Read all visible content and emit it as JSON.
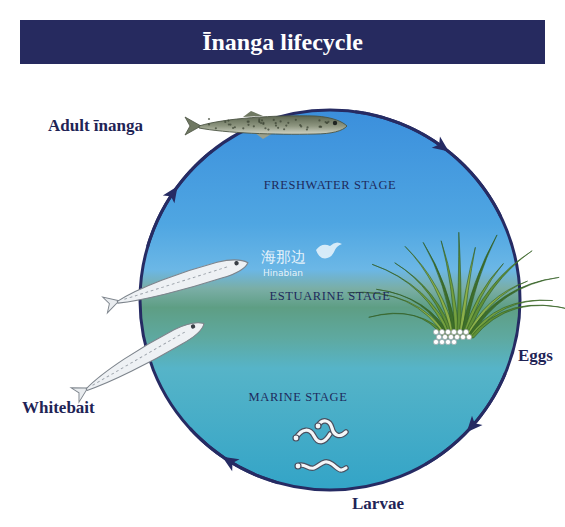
{
  "diagram": {
    "title": "Īnanga lifecycle",
    "nodes": [
      {
        "text": [
          "Adult īnanga"
        ]
      },
      {
        "text": [
          "Eggs"
        ]
      },
      {
        "text": [
          "Larvae"
        ]
      },
      {
        "text": [
          "Whitebait"
        ]
      }
    ],
    "edges": [
      {
        "from": 0,
        "to": 1,
        "arrow": "to"
      },
      {
        "from": 1,
        "to": 2,
        "arrow": "to"
      },
      {
        "from": 2,
        "to": 3,
        "arrow": "to"
      },
      {
        "from": 3,
        "to": 0,
        "arrow": "to"
      }
    ],
    "labels": [
      "FRESHWATER STAGE",
      "ESTUARINE STAGE",
      "MARINE STAGE",
      "海那边",
      "Hinabian"
    ]
  }
}
